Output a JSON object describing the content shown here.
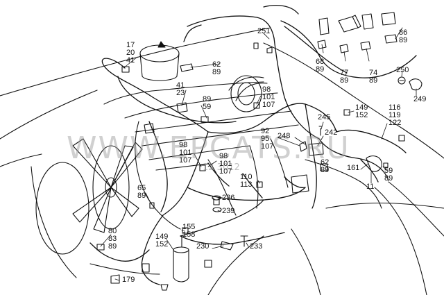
{
  "diagram": {
    "watermark": "WWW.EPCATS.RU",
    "figure_number": "12 3012",
    "callouts": [
      {
        "id": "c17",
        "text": "17\n20\n41"
      },
      {
        "id": "c251",
        "text": "251"
      },
      {
        "id": "c86",
        "text": "86\n89"
      },
      {
        "id": "c62a",
        "text": "62\n89"
      },
      {
        "id": "c68",
        "text": "68\n89"
      },
      {
        "id": "c77",
        "text": "77\n89"
      },
      {
        "id": "c74",
        "text": "74\n89"
      },
      {
        "id": "c250",
        "text": "250"
      },
      {
        "id": "c249",
        "text": "249"
      },
      {
        "id": "c41",
        "text": "41\n23"
      },
      {
        "id": "c89",
        "text": "89\n59"
      },
      {
        "id": "c98a",
        "text": "98\n101\n107"
      },
      {
        "id": "c149a",
        "text": "149\n152"
      },
      {
        "id": "c116",
        "text": "116\n119\n122"
      },
      {
        "id": "c245",
        "text": "245"
      },
      {
        "id": "c92",
        "text": "92\n95\n107"
      },
      {
        "id": "c248",
        "text": "248"
      },
      {
        "id": "c242",
        "text": "242"
      },
      {
        "id": "c98b",
        "text": "98\n101\n107"
      },
      {
        "id": "c98c",
        "text": "98\n101\n107"
      },
      {
        "id": "c62b",
        "text": "62\n89"
      },
      {
        "id": "c161",
        "text": "161"
      },
      {
        "id": "c59",
        "text": "59\n89"
      },
      {
        "id": "c110",
        "text": "110\n113"
      },
      {
        "id": "c11",
        "text": "11"
      },
      {
        "id": "c65",
        "text": "65\n89"
      },
      {
        "id": "c236",
        "text": "236"
      },
      {
        "id": "c239",
        "text": "239"
      },
      {
        "id": "c80",
        "text": "80\n83\n89"
      },
      {
        "id": "c155",
        "text": "155\n158"
      },
      {
        "id": "c149b",
        "text": "149\n152"
      },
      {
        "id": "c230",
        "text": "230"
      },
      {
        "id": "c233",
        "text": "233"
      },
      {
        "id": "c179",
        "text": "179"
      }
    ]
  }
}
